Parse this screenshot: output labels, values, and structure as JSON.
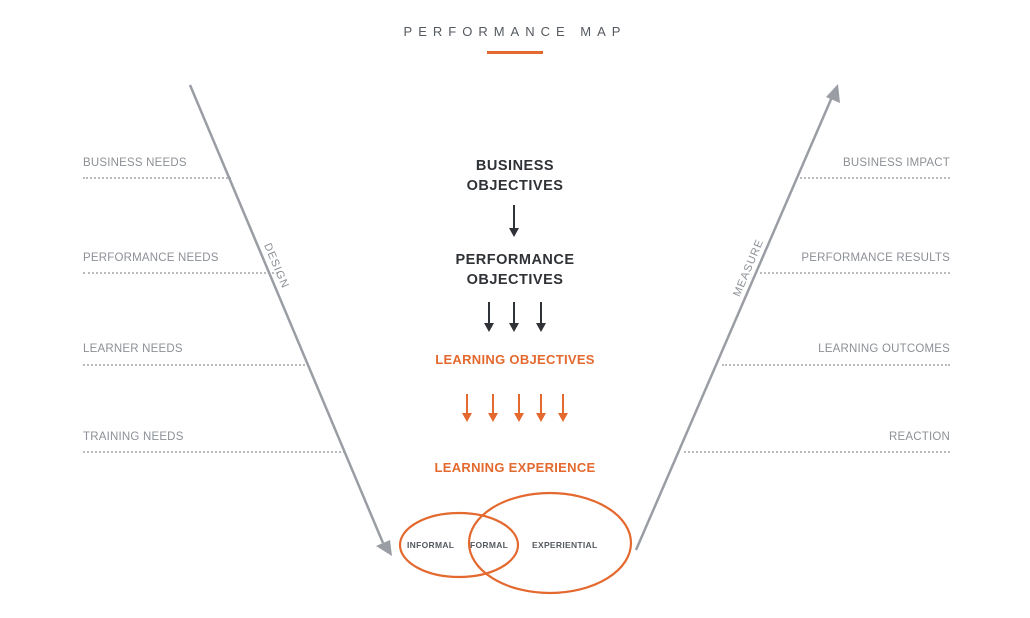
{
  "title": "PERFORMANCE MAP",
  "left_labels": [
    "BUSINESS NEEDS",
    "PERFORMANCE NEEDS",
    "LEARNER NEEDS",
    "TRAINING NEEDS"
  ],
  "right_labels": [
    "BUSINESS IMPACT",
    "PERFORMANCE RESULTS",
    "LEARNING OUTCOMES",
    "REACTION"
  ],
  "center": {
    "business_objectives_line1": "BUSINESS",
    "business_objectives_line2": "OBJECTIVES",
    "performance_objectives_line1": "PERFORMANCE",
    "performance_objectives_line2": "OBJECTIVES",
    "learning_objectives": "LEARNING OBJECTIVES",
    "learning_experience": "LEARNING EXPERIENCE"
  },
  "axes": {
    "left": "DESIGN",
    "right": "MEASURE"
  },
  "venn": {
    "informal": "INFORMAL",
    "formal": "FORMAL",
    "experiential": "EXPERIENTIAL"
  },
  "colors": {
    "accent": "#e4692f",
    "dark_text": "#2f3236",
    "gray_text": "#8c9096",
    "arrow_gray": "#9a9ea4",
    "dots": "#b8bcc1"
  }
}
